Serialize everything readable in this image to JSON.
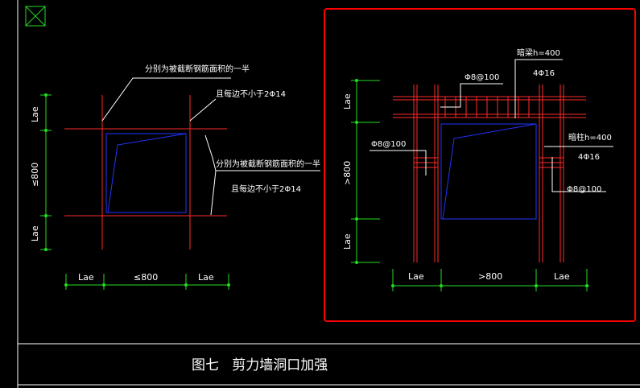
{
  "title": "图七   剪力墙洞口加强",
  "left_detail": {
    "note_top": "分别为被截断钢筋面积的一半",
    "note_top_2": "且每边不小于2Φ14",
    "note_right": "分别为被截断钢筋面积的一半",
    "note_right_2": "且每边不小于2Φ14",
    "dim_v_top": "Lae",
    "dim_v_mid": "≤800",
    "dim_v_bot": "Lae",
    "dim_h_left": "Lae",
    "dim_h_mid": "≤800",
    "dim_h_right": "Lae"
  },
  "right_detail": {
    "beam_label": "暗梁h=400",
    "beam_bars": "4Φ16",
    "stirrup_top": "Φ8@100",
    "stirrup_left": "Φ8@100",
    "column_label": "暗柱h=400",
    "column_bars": "4Φ16",
    "stirrup_right": "Φ8@100",
    "dim_v_top": "Lae",
    "dim_v_mid": ">800",
    "dim_v_bot": "Lae",
    "dim_h_left": "Lae",
    "dim_h_mid": ">800",
    "dim_h_right": "Lae"
  },
  "colors": {
    "background": "#000000",
    "rebar": "#ff2a2a",
    "opening": "#2233ff",
    "dimension": "#22dd22",
    "frame": "#ffffff",
    "highlight": "#ff0000"
  }
}
